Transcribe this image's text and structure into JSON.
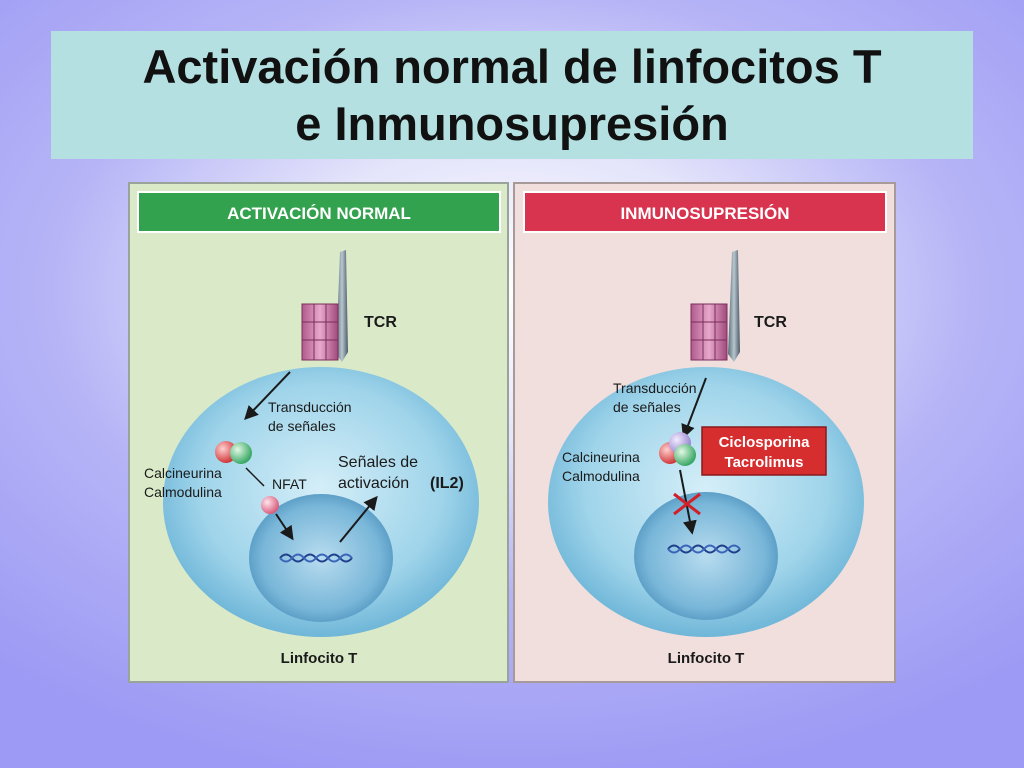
{
  "slide": {
    "title_line1": "Activación normal de linfocitos T",
    "title_line2": "e Inmunosupresión"
  },
  "left_panel": {
    "header": "ACTIVACIÓN NORMAL",
    "tcr": "TCR",
    "signal_line1": "Transducción",
    "signal_line2": "de señales",
    "enzyme_line1": "Calcineurina",
    "enzyme_line2": "Calmodulina",
    "nfat": "NFAT",
    "activation_line1": "Señales de",
    "activation_line2": "activación",
    "activation_il2": "(IL2)",
    "cell": "Linfocito T"
  },
  "right_panel": {
    "header": "INMUNOSUPRESIÓN",
    "tcr": "TCR",
    "signal_line1": "Transducción",
    "signal_line2": "de señales",
    "enzyme_line1": "Calcineurina",
    "enzyme_line2": "Calmodulina",
    "drug_line1": "Ciclosporina",
    "drug_line2": "Tacrolimus",
    "cell": "Linfocito T"
  },
  "colors": {
    "left_bg": "#daeac8",
    "right_bg": "#f1dfdd",
    "left_header": "#33a24e",
    "right_header": "#d8334f",
    "drug_box": "#d62d2f",
    "cell": "#8ecde6",
    "nucleus": "#5fa5cc",
    "block_mark": "#d0202a"
  }
}
